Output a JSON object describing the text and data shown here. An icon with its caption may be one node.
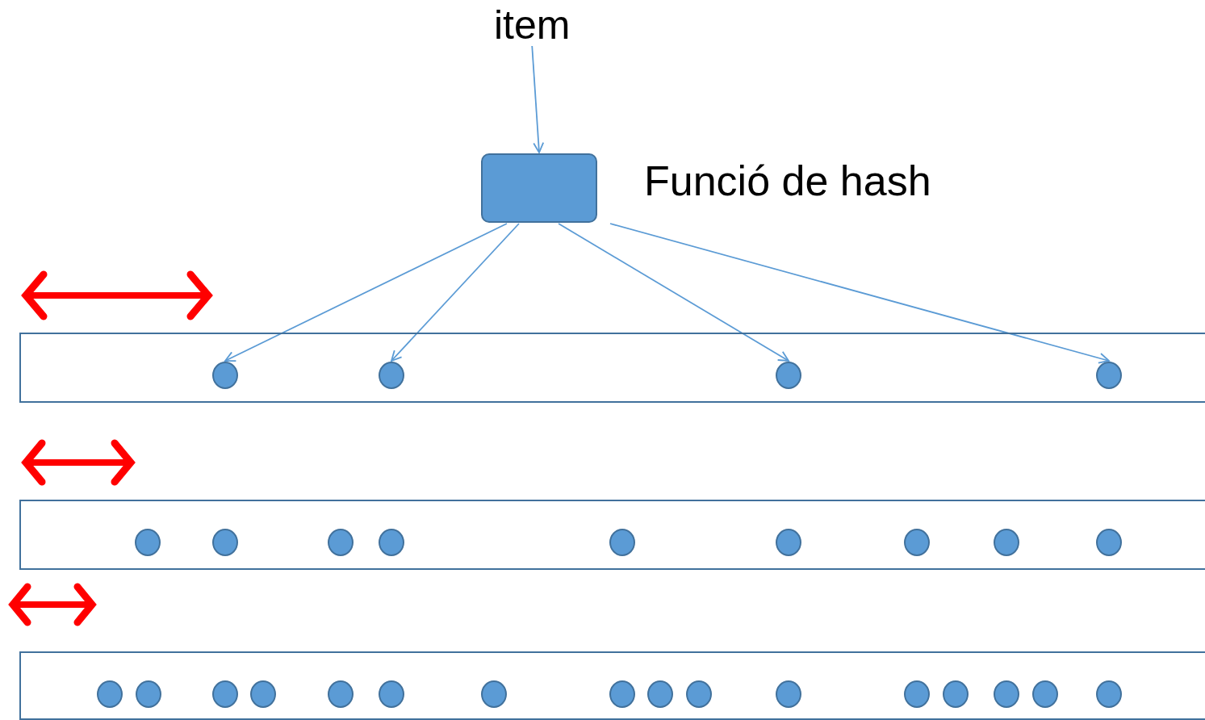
{
  "diagram": {
    "nodes": [
      {
        "text": [
          "item"
        ]
      },
      {
        "text": [],
        "shape": "box",
        "beside": [
          "Funció de hash"
        ]
      },
      {
        "text": [],
        "shape": "bar"
      },
      {
        "text": [],
        "shape": "circle",
        "in": 2
      },
      {
        "text": [],
        "shape": "circle",
        "in": 2
      },
      {
        "text": [],
        "shape": "circle",
        "in": 2
      },
      {
        "text": [],
        "shape": "circle",
        "in": 2
      },
      {
        "text": [],
        "shape": "bar"
      },
      {
        "text": [],
        "shape": "circle",
        "in": 7
      },
      {
        "text": [],
        "shape": "circle",
        "in": 7
      },
      {
        "text": [],
        "shape": "circle",
        "in": 7
      },
      {
        "text": [],
        "shape": "circle",
        "in": 7
      },
      {
        "text": [],
        "shape": "circle",
        "in": 7
      },
      {
        "text": [],
        "shape": "circle",
        "in": 7
      },
      {
        "text": [],
        "shape": "circle",
        "in": 7
      },
      {
        "text": [],
        "shape": "circle",
        "in": 7
      },
      {
        "text": [],
        "shape": "circle",
        "in": 7
      },
      {
        "text": [],
        "shape": "bar"
      },
      {
        "text": [],
        "shape": "circle",
        "in": 17
      },
      {
        "text": [],
        "shape": "circle",
        "in": 17
      },
      {
        "text": [],
        "shape": "circle",
        "in": 17
      },
      {
        "text": [],
        "shape": "circle",
        "in": 17
      },
      {
        "text": [],
        "shape": "circle",
        "in": 17
      },
      {
        "text": [],
        "shape": "circle",
        "in": 17
      },
      {
        "text": [],
        "shape": "circle",
        "in": 17
      },
      {
        "text": [],
        "shape": "circle",
        "in": 17
      },
      {
        "text": [],
        "shape": "circle",
        "in": 17
      },
      {
        "text": [],
        "shape": "circle",
        "in": 17
      },
      {
        "text": [],
        "shape": "circle",
        "in": 17
      },
      {
        "text": [],
        "shape": "circle",
        "in": 17
      },
      {
        "text": [],
        "shape": "circle",
        "in": 17
      },
      {
        "text": [],
        "shape": "circle",
        "in": 17
      },
      {
        "text": [],
        "shape": "circle",
        "in": 17
      },
      {
        "text": [],
        "shape": "circle",
        "in": 17
      }
    ],
    "edges": [
      {
        "from": 0,
        "to": 1,
        "arrow": "to"
      },
      {
        "from": 1,
        "to": 3,
        "arrow": "to"
      },
      {
        "from": 1,
        "to": 4,
        "arrow": "to"
      },
      {
        "from": 1,
        "to": 5,
        "arrow": "to"
      },
      {
        "from": 1,
        "to": 6,
        "arrow": "to"
      }
    ]
  }
}
